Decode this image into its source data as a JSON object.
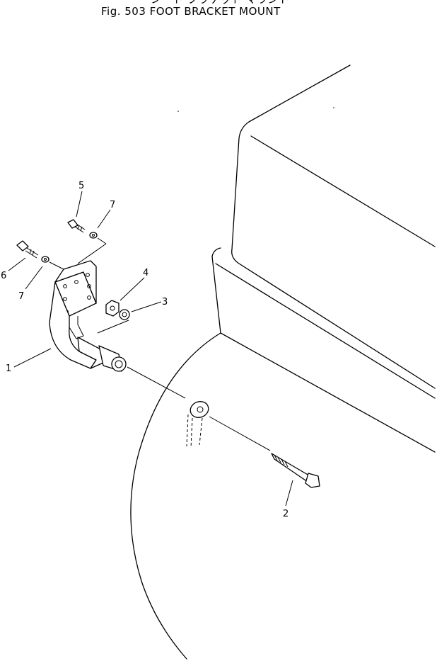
{
  "figure": {
    "title_top_partial": "シート ブラケット マウント",
    "title": "Fig. 503  FOOT  BRACKET  MOUNT"
  },
  "callouts": {
    "c1": "1",
    "c2": "2",
    "c3": "3",
    "c4": "4",
    "c5": "5",
    "c6": "6",
    "c7a": "7",
    "c7b": "7"
  }
}
